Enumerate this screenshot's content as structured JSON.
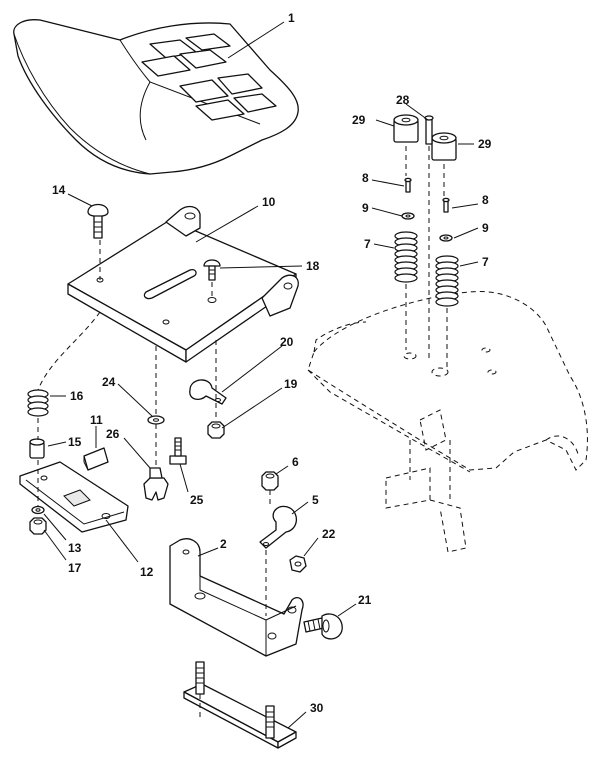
{
  "parts": [
    {
      "id": "p1",
      "label": "1"
    },
    {
      "id": "p2",
      "label": "2"
    },
    {
      "id": "p5",
      "label": "5"
    },
    {
      "id": "p6",
      "label": "6"
    },
    {
      "id": "p7a",
      "label": "7"
    },
    {
      "id": "p7b",
      "label": "7"
    },
    {
      "id": "p8a",
      "label": "8"
    },
    {
      "id": "p8b",
      "label": "8"
    },
    {
      "id": "p9a",
      "label": "9"
    },
    {
      "id": "p9b",
      "label": "9"
    },
    {
      "id": "p10",
      "label": "10"
    },
    {
      "id": "p11",
      "label": "11"
    },
    {
      "id": "p12",
      "label": "12"
    },
    {
      "id": "p13",
      "label": "13"
    },
    {
      "id": "p14",
      "label": "14"
    },
    {
      "id": "p15",
      "label": "15"
    },
    {
      "id": "p16",
      "label": "16"
    },
    {
      "id": "p17",
      "label": "17"
    },
    {
      "id": "p18",
      "label": "18"
    },
    {
      "id": "p19",
      "label": "19"
    },
    {
      "id": "p20",
      "label": "20"
    },
    {
      "id": "p21",
      "label": "21"
    },
    {
      "id": "p22",
      "label": "22"
    },
    {
      "id": "p24",
      "label": "24"
    },
    {
      "id": "p25",
      "label": "25"
    },
    {
      "id": "p26",
      "label": "26"
    },
    {
      "id": "p28",
      "label": "28"
    },
    {
      "id": "p29a",
      "label": "29"
    },
    {
      "id": "p29b",
      "label": "29"
    },
    {
      "id": "p30",
      "label": "30"
    }
  ]
}
